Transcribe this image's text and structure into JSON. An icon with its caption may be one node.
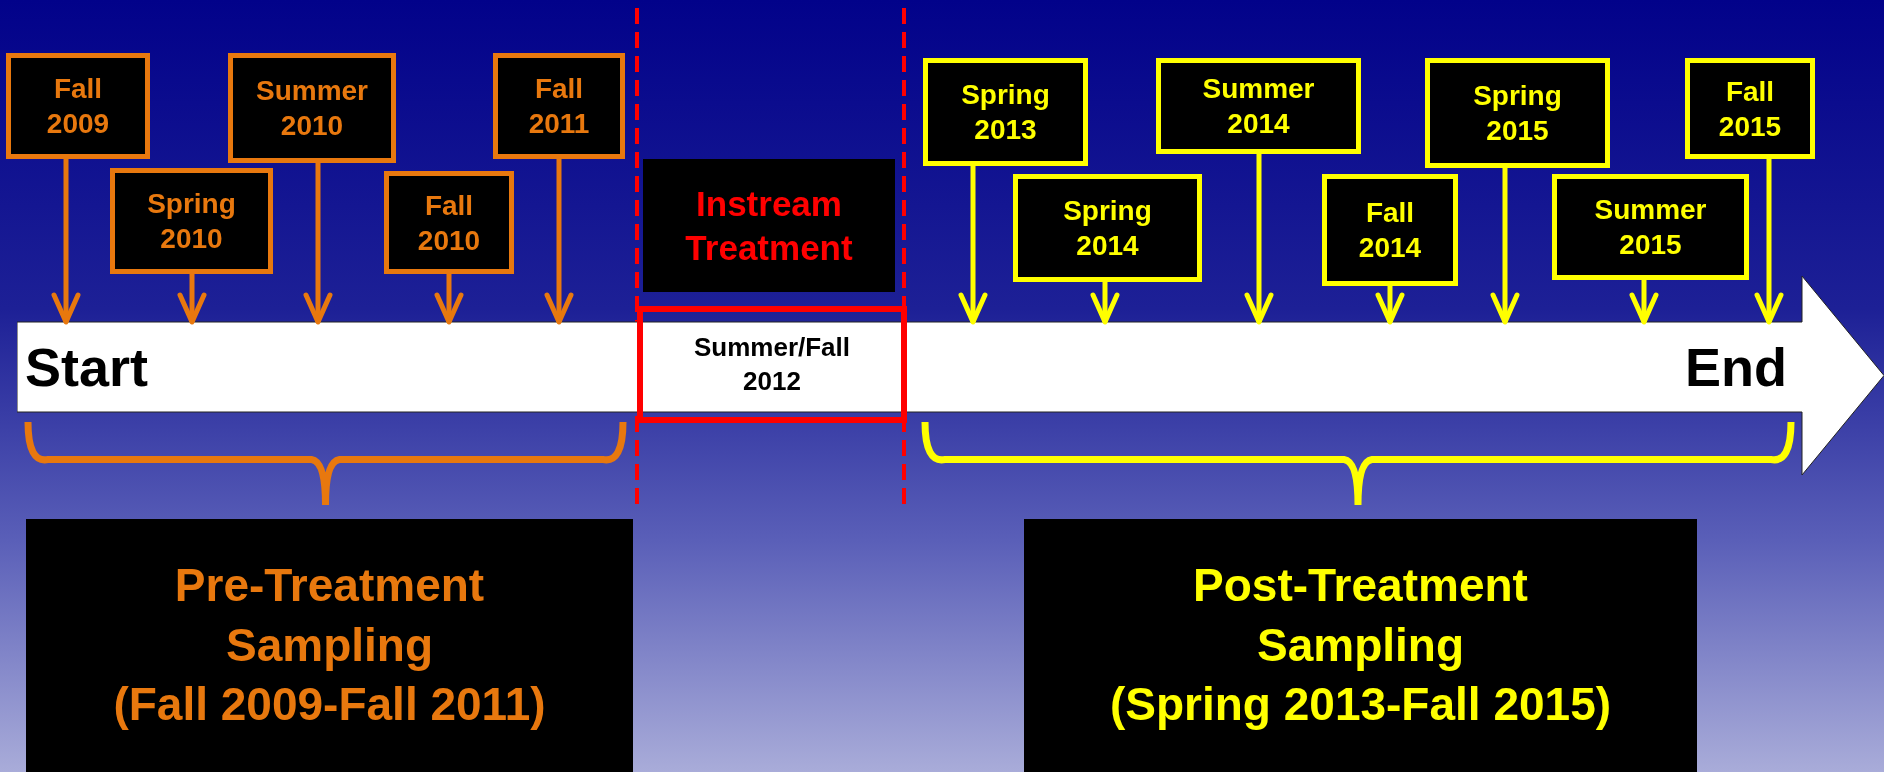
{
  "diagram": {
    "nodes": [
      {
        "text": [
          "Fall 2009"
        ]
      },
      {
        "text": [
          "Spring 2010"
        ]
      },
      {
        "text": [
          "Summer 2010"
        ]
      },
      {
        "text": [
          "Fall 2010"
        ]
      },
      {
        "text": [
          "Fall 2011"
        ]
      },
      {
        "text": [
          "Instream Treatment"
        ]
      },
      {
        "text": [
          "Spring 2013"
        ]
      },
      {
        "text": [
          "Spring 2014"
        ]
      },
      {
        "text": [
          "Summer 2014"
        ]
      },
      {
        "text": [
          "Fall 2014"
        ]
      },
      {
        "text": [
          "Spring 2015"
        ]
      },
      {
        "text": [
          "Summer 2015"
        ]
      },
      {
        "text": [
          "Fall 2015"
        ]
      },
      {
        "text": [
          "Start",
          "End"
        ]
      },
      {
        "text": [
          "Summer/Fall 2012"
        ],
        "in": 13
      },
      {
        "text": [
          "Pre-Treatment Sampling",
          "(Fall 2009-Fall 2011)"
        ]
      },
      {
        "text": [
          "Post-Treatment Sampling",
          "(Spring 2013-Fall 2015)"
        ]
      }
    ],
    "edges": [
      {
        "from": 0,
        "to": 13,
        "arrow": "to",
        "color": "#e8780e"
      },
      {
        "from": 1,
        "to": 13,
        "arrow": "to",
        "color": "#e8780e"
      },
      {
        "from": 2,
        "to": 13,
        "arrow": "to",
        "color": "#e8780e"
      },
      {
        "from": 3,
        "to": 13,
        "arrow": "to",
        "color": "#e8780e"
      },
      {
        "from": 4,
        "to": 13,
        "arrow": "to",
        "color": "#e8780e"
      },
      {
        "from": 6,
        "to": 13,
        "arrow": "to"
      },
      {
        "from": 7,
        "to": 13,
        "arrow": "to"
      },
      {
        "from": 8,
        "to": 13,
        "arrow": "to"
      },
      {
        "from": 9,
        "to": 13,
        "arrow": "to"
      },
      {
        "from": 10,
        "to": 13,
        "arrow": "to"
      },
      {
        "from": 11,
        "to": 13,
        "arrow": "to"
      },
      {
        "from": 12,
        "to": 13,
        "arrow": "to"
      }
    ]
  }
}
